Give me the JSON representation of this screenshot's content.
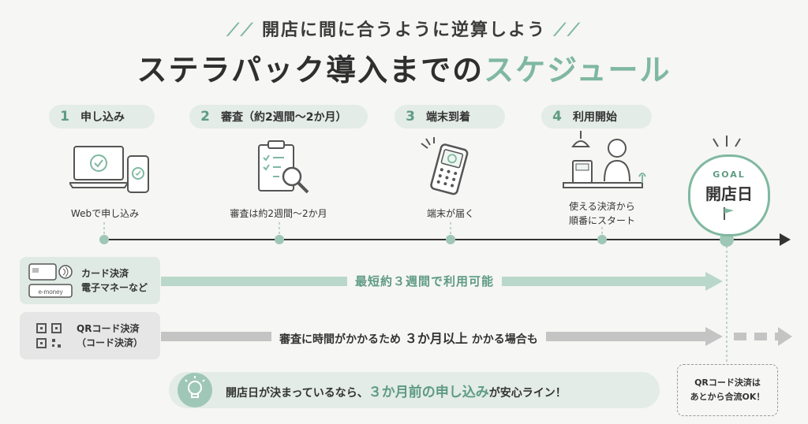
{
  "header": {
    "subtitle": "開店に間に合うように逆算しよう",
    "title_main": "ステラパック導入までの",
    "title_accent": "スケジュール"
  },
  "steps": [
    {
      "num": "1",
      "label": "申し込み",
      "caption": "Webで申し込み"
    },
    {
      "num": "2",
      "label": "審査（約2週間〜2か月）",
      "caption": "審査は約2週間〜2か月"
    },
    {
      "num": "3",
      "label": "端末到着",
      "caption": "端末が届く"
    },
    {
      "num": "4",
      "label": "利用開始",
      "caption_line1": "使える決済から",
      "caption_line2": "順番にスタート"
    }
  ],
  "goal": {
    "label_en": "GOAL",
    "label_jp": "開店日"
  },
  "rows": [
    {
      "line1": "カード決済",
      "line2": "電子マネーなど",
      "band": "最短約３週間で利用可能"
    },
    {
      "line1": "QRコード決済",
      "line2": "（コード決済）",
      "band_pre": "審査に時間がかかるため",
      "band_emph": "３か月以上",
      "band_post": "かかる場合も"
    }
  ],
  "tip": {
    "pre": "開店日が決まっているなら、",
    "emph": "３か月前の申し込み",
    "post": "が安心ライン！"
  },
  "note": {
    "line1": "QRコード決済は",
    "line2": "あとから合流OK！"
  },
  "colors": {
    "accent": "#7fb8a0",
    "accent_dark": "#5e9b82",
    "pill_bg": "#e3ece7",
    "gray": "#b5b5b5"
  },
  "card_brand": "e-money"
}
